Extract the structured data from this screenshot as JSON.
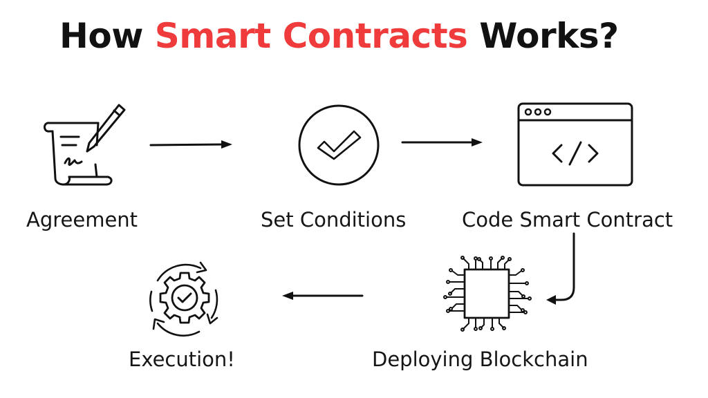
{
  "title": {
    "part1": "How ",
    "highlight": "Smart Contracts",
    "part2": " Works?",
    "highlight_color": "#ef3b3b"
  },
  "steps": [
    {
      "label": "Agreement",
      "icon": "scroll-pen-icon"
    },
    {
      "label": "Set Conditions",
      "icon": "check-circle-icon"
    },
    {
      "label": "Code Smart Contract",
      "icon": "code-window-icon"
    },
    {
      "label": "Deploying Blockchain",
      "icon": "chip-icon"
    },
    {
      "label": "Execution!",
      "icon": "gear-check-cycle-icon"
    }
  ]
}
